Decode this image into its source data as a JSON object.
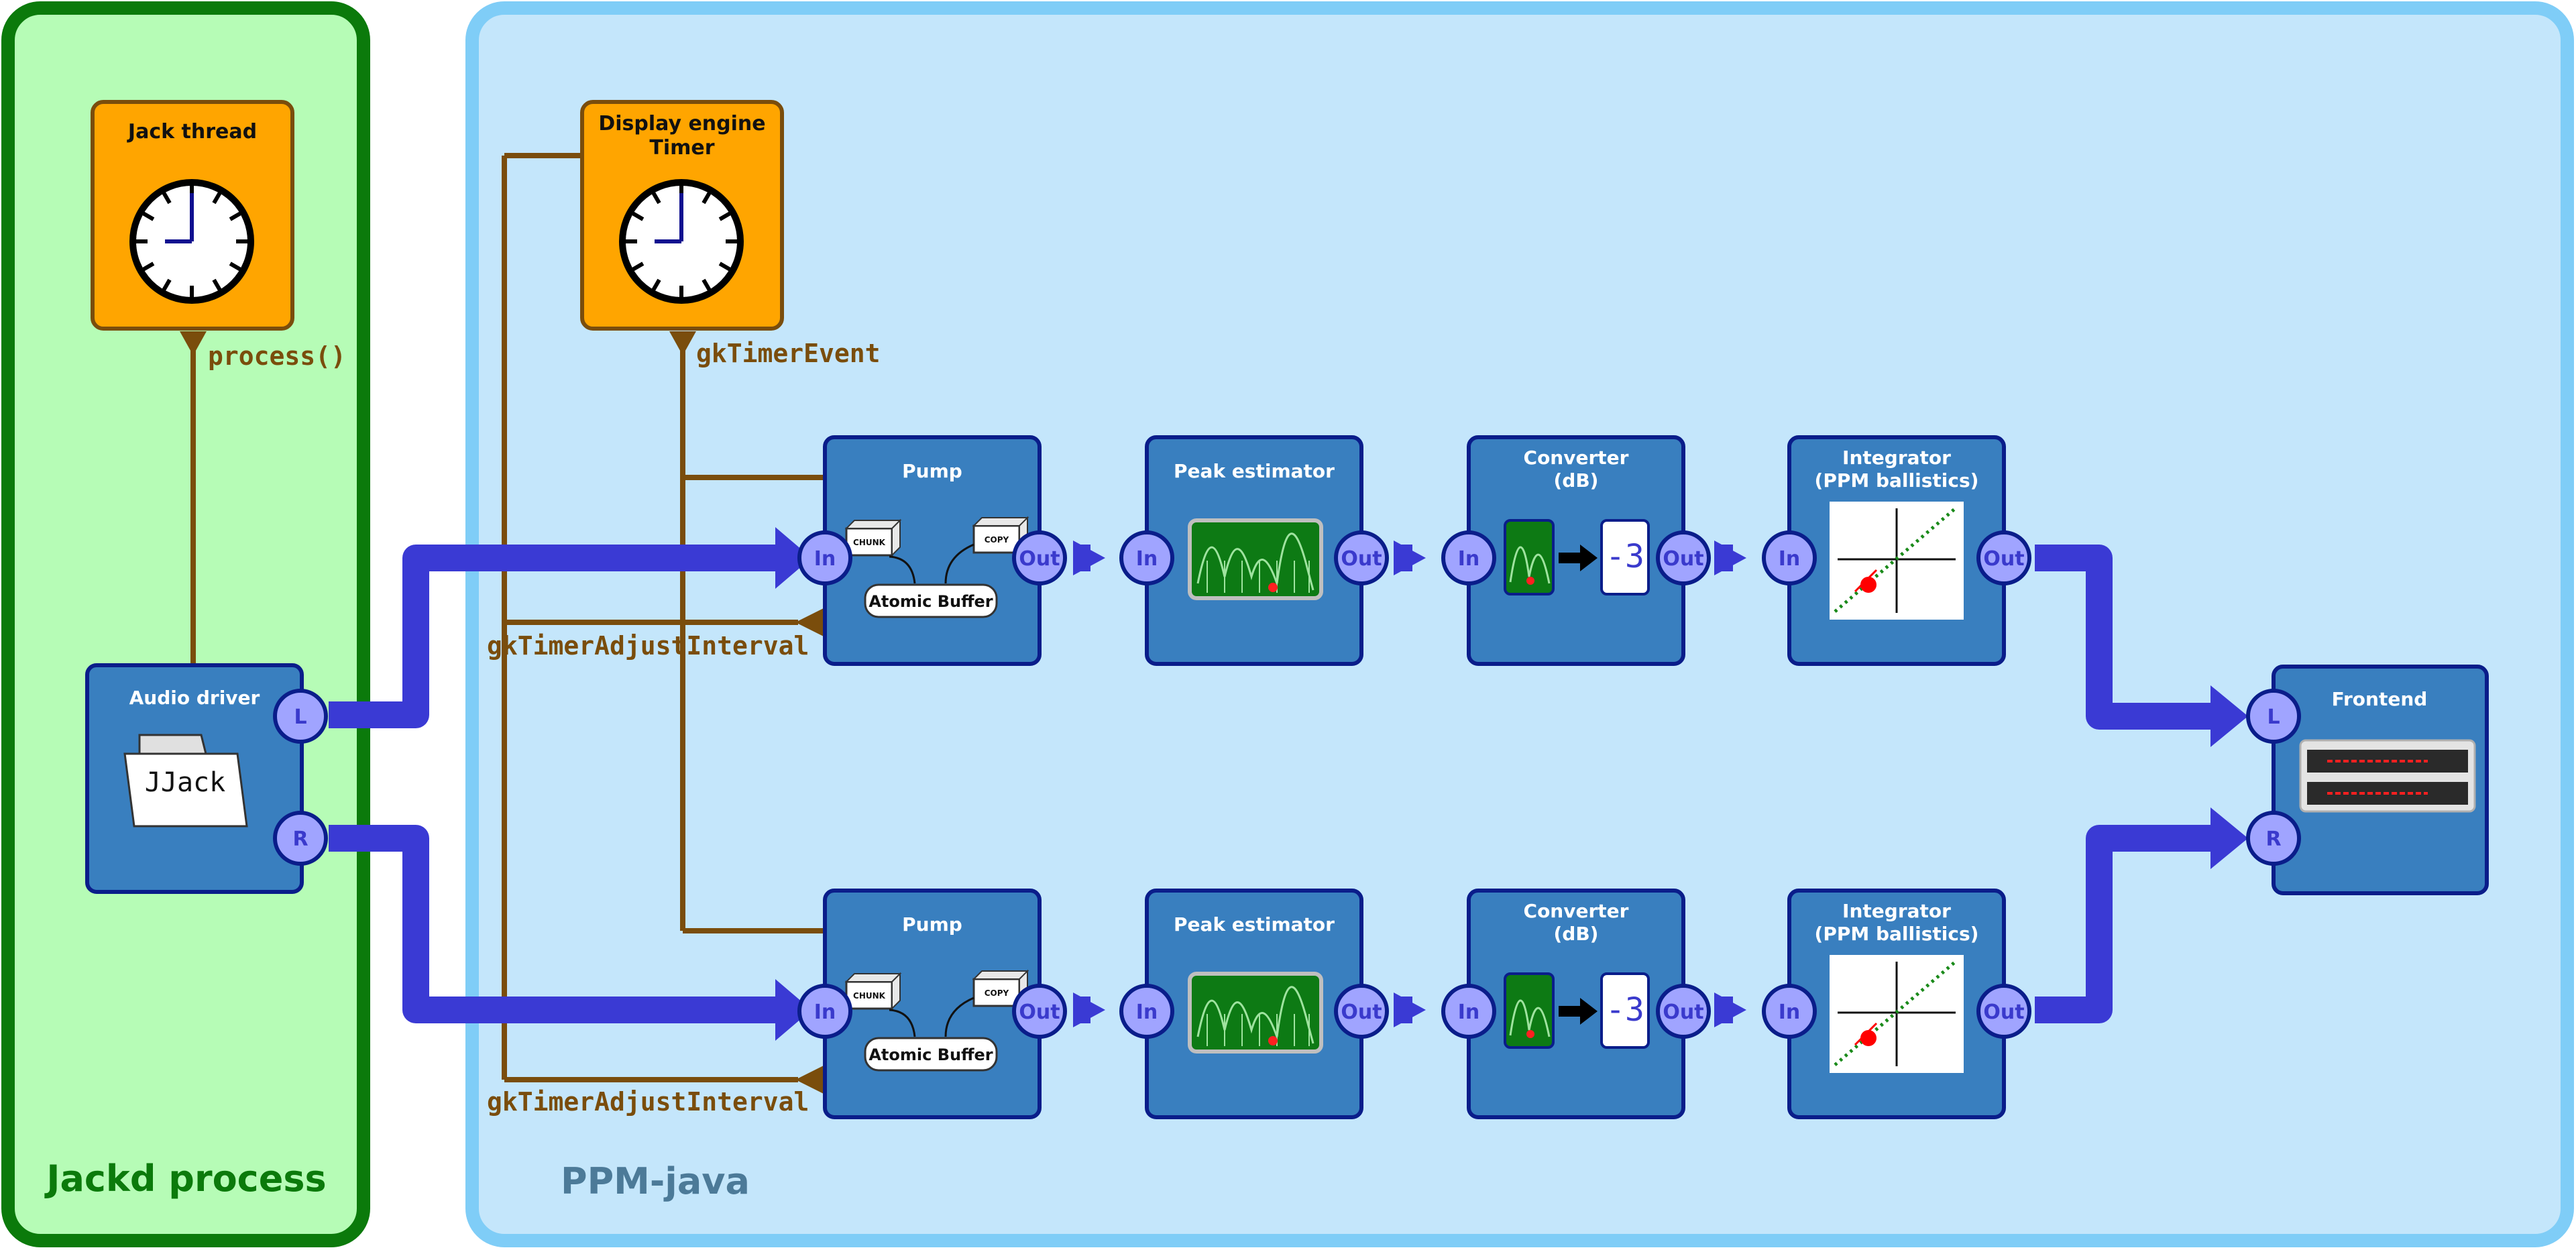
{
  "colors": {
    "jackd_bg": "#b6fcb6",
    "jackd_border": "#0b7a0b",
    "ppm_bg": "#c4e6fb",
    "ppm_border": "#7fcdf7",
    "ppm_label": "#4c7a98",
    "block": "#397fbf",
    "block_border": "#0a1d8a",
    "timer": "#ffa500",
    "timer_border": "#7a4d0c",
    "signal": "#7a4d0c",
    "audio": "#3a3ad4",
    "port": "#a0a4ff"
  },
  "regions": {
    "jackd": "Jackd process",
    "ppm": "PPM-java"
  },
  "timers": {
    "jack_thread": "Jack thread",
    "display_engine": [
      "Display engine",
      "Timer"
    ]
  },
  "signals": {
    "process": "process()",
    "gk_timer_event": "gkTimerEvent",
    "gk_timer_adjust_top": "gkTimerAdjustInterval",
    "gk_timer_adjust_bottom": "gkTimerAdjustInterval"
  },
  "audio_driver": {
    "title": "Audio driver",
    "library": "JJack",
    "port_l": "L",
    "port_r": "R"
  },
  "channels": [
    {
      "pump": {
        "title": "Pump",
        "buffer": "Atomic Buffer",
        "chunk": "CHUNK",
        "copy": "COPY",
        "in": "In",
        "out": "Out"
      },
      "peak": {
        "title": "Peak estimator",
        "in": "In",
        "out": "Out"
      },
      "converter": {
        "title": [
          "Converter",
          "(dB)"
        ],
        "value": "-3",
        "in": "In",
        "out": "Out"
      },
      "integrator": {
        "title": [
          "Integrator",
          "(PPM ballistics)"
        ],
        "in": "In",
        "out": "Out"
      }
    },
    {
      "pump": {
        "title": "Pump",
        "buffer": "Atomic Buffer",
        "chunk": "CHUNK",
        "copy": "COPY",
        "in": "In",
        "out": "Out"
      },
      "peak": {
        "title": "Peak estimator",
        "in": "In",
        "out": "Out"
      },
      "converter": {
        "title": [
          "Converter",
          "(dB)"
        ],
        "value": "-3",
        "in": "In",
        "out": "Out"
      },
      "integrator": {
        "title": [
          "Integrator",
          "(PPM ballistics)"
        ],
        "in": "In",
        "out": "Out"
      }
    }
  ],
  "frontend": {
    "title": "Frontend",
    "port_l": "L",
    "port_r": "R"
  },
  "icons": [
    "clock-icon",
    "folder-icon",
    "oscilloscope-icon",
    "arrow-icon",
    "integrator-graph-icon",
    "meter-icon"
  ]
}
